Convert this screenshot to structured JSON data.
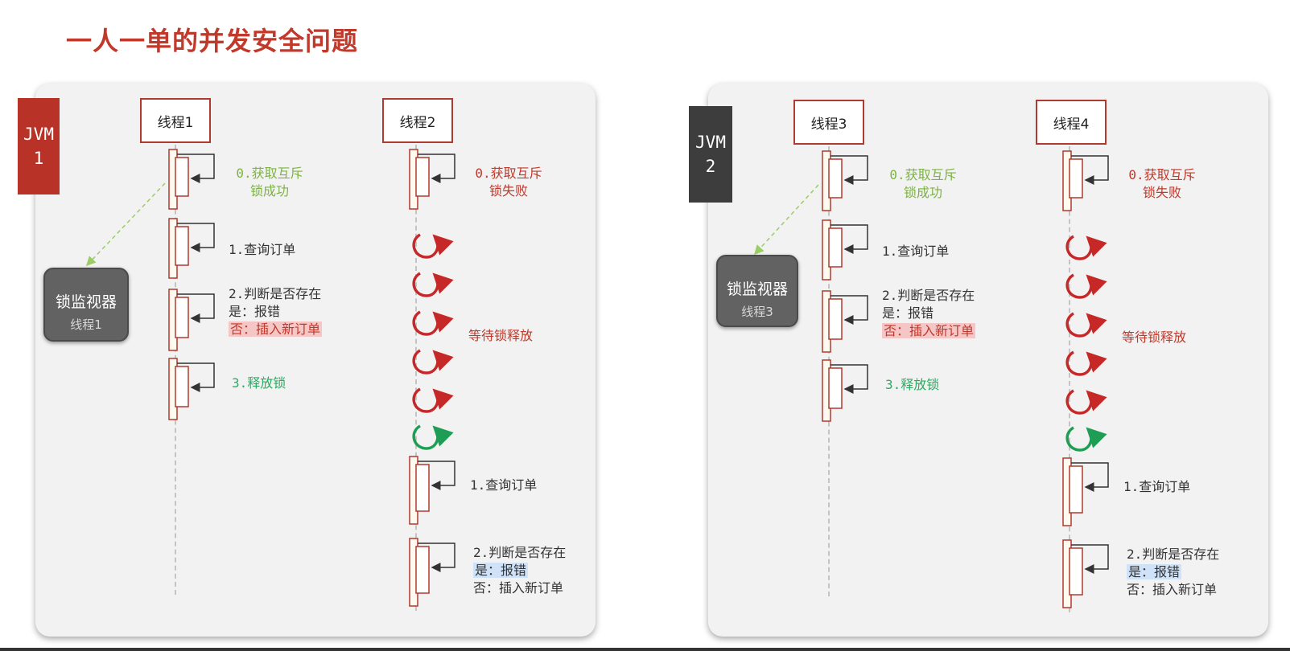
{
  "title": "一人一单的并发安全问题",
  "colors": {
    "accent": "#c0392b",
    "jvm1": "#b83227",
    "jvm2": "#3d3d3d",
    "green": "#7cb342",
    "dark_green": "#27ae60"
  },
  "left": {
    "jvm": "JVM\n1",
    "thread_a": "线程1",
    "thread_b": "线程2",
    "monitor_title": "锁监视器",
    "monitor_owner": "线程1",
    "a_step0_line1": "0.获取互斥",
    "a_step0_line2": "锁成功",
    "a_step1": "1.查询订单",
    "a_step2_line1": "2.判断是否存在",
    "a_step2_line2": "是：报错",
    "a_step2_line3": "否：插入新订单",
    "a_step3": "3.释放锁",
    "b_step0_line1": "0.获取互斥",
    "b_step0_line2": "锁失败",
    "b_wait": "等待锁释放",
    "b_step1": "1.查询订单",
    "b_step2_line1": "2.判断是否存在",
    "b_step2_line2": "是：报错",
    "b_step2_line3": "否：插入新订单"
  },
  "right": {
    "jvm": "JVM\n2",
    "thread_a": "线程3",
    "thread_b": "线程4",
    "monitor_title": "锁监视器",
    "monitor_owner": "线程3",
    "a_step0_line1": "0.获取互斥",
    "a_step0_line2": "锁成功",
    "a_step1": "1.查询订单",
    "a_step2_line1": "2.判断是否存在",
    "a_step2_line2": "是：报错",
    "a_step2_line3": "否：插入新订单",
    "a_step3": "3.释放锁",
    "b_step0_line1": "0.获取互斥",
    "b_step0_line2": "锁失败",
    "b_wait": "等待锁释放",
    "b_step1": "1.查询订单",
    "b_step2_line1": "2.判断是否存在",
    "b_step2_line2": "是：报错",
    "b_step2_line3": "否：插入新订单"
  }
}
